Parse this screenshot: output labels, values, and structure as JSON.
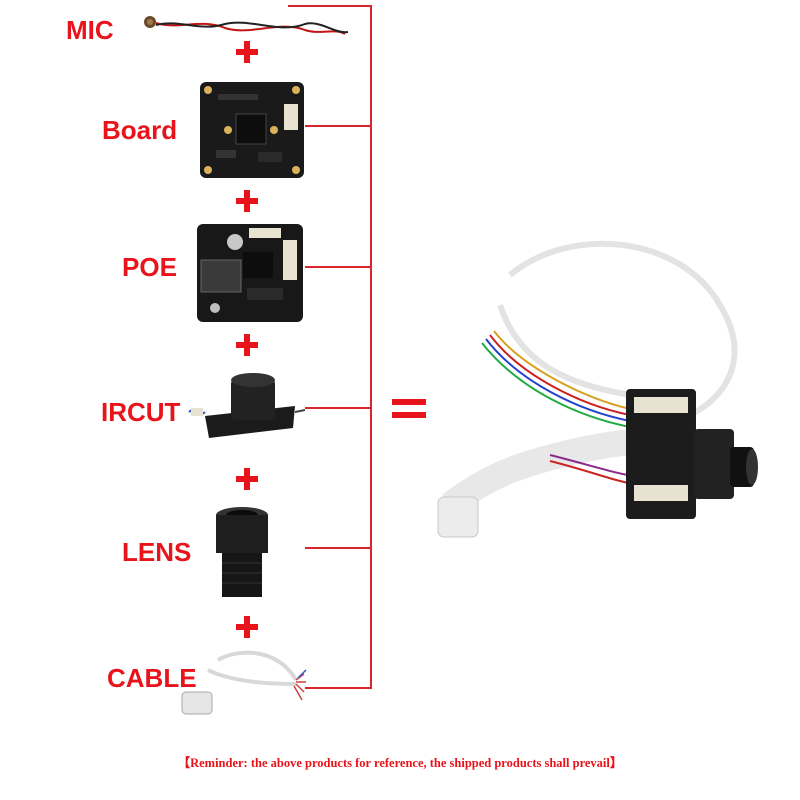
{
  "components": [
    {
      "label": "MIC",
      "icon": "microphone-icon"
    },
    {
      "label": "Board",
      "icon": "board-icon"
    },
    {
      "label": "POE",
      "icon": "poe-module-icon"
    },
    {
      "label": "IRCUT",
      "icon": "ircut-filter-icon"
    },
    {
      "label": "LENS",
      "icon": "lens-icon"
    },
    {
      "label": "CABLE",
      "icon": "cable-icon"
    }
  ],
  "plus_symbol": "plus-icon",
  "equals_symbol": "equals-icon",
  "result": {
    "icon": "assembled-camera-module-icon"
  },
  "reminder": "【Reminder: the above products for reference, the shipped products shall prevail】",
  "colors": {
    "accent": "#e8131b",
    "line": "#d9262b",
    "background": "#ffffff"
  }
}
